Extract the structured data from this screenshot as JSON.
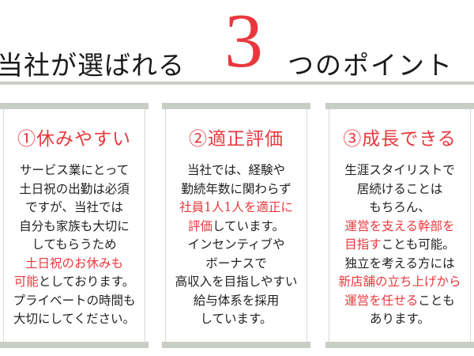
{
  "headline": {
    "prefix": "当社が選ばれる",
    "number": "3",
    "suffix": "つのポイント",
    "accent_color": "#e8383d"
  },
  "cards": [
    {
      "title": "①休みやすい",
      "lines": [
        [
          {
            "t": "サービス業にとって",
            "hl": false
          }
        ],
        [
          {
            "t": "土日祝の出勤は必須",
            "hl": false
          }
        ],
        [
          {
            "t": "ですが、当社では",
            "hl": false
          }
        ],
        [
          {
            "t": "自分も家族も大切に",
            "hl": false
          }
        ],
        [
          {
            "t": "してもらうため",
            "hl": false
          }
        ],
        [
          {
            "t": "土日祝のお休みも",
            "hl": true
          }
        ],
        [
          {
            "t": "可能",
            "hl": true
          },
          {
            "t": "としております。",
            "hl": false
          }
        ],
        [
          {
            "t": "プライベートの時間も",
            "hl": false
          }
        ],
        [
          {
            "t": "大切にしてください。",
            "hl": false
          }
        ]
      ]
    },
    {
      "title": "②適正評価",
      "lines": [
        [
          {
            "t": "当社では、経験や",
            "hl": false
          }
        ],
        [
          {
            "t": "勤続年数に関わらず",
            "hl": false
          }
        ],
        [
          {
            "t": "社員1人1人を適正に",
            "hl": true
          }
        ],
        [
          {
            "t": "評価",
            "hl": true
          },
          {
            "t": "しています。",
            "hl": false
          }
        ],
        [
          {
            "t": "インセンティブや",
            "hl": false
          }
        ],
        [
          {
            "t": "ボーナスで",
            "hl": false
          }
        ],
        [
          {
            "t": "高収入を目指しやすい",
            "hl": false
          }
        ],
        [
          {
            "t": "給与体系を採用",
            "hl": false
          }
        ],
        [
          {
            "t": "しています。",
            "hl": false
          }
        ]
      ]
    },
    {
      "title": "③成長できる",
      "lines": [
        [
          {
            "t": "生涯スタイリストで",
            "hl": false
          }
        ],
        [
          {
            "t": "居続けることは",
            "hl": false
          }
        ],
        [
          {
            "t": "もちろん、",
            "hl": false
          }
        ],
        [
          {
            "t": "運営を支える幹部を",
            "hl": true
          }
        ],
        [
          {
            "t": "目指す",
            "hl": true
          },
          {
            "t": "ことも可能。",
            "hl": false
          }
        ],
        [
          {
            "t": "独立を考える方には",
            "hl": false
          }
        ],
        [
          {
            "t": "新店舗の立ち上げから",
            "hl": true
          }
        ],
        [
          {
            "t": "運営を任せる",
            "hl": true
          },
          {
            "t": "ことも",
            "hl": false
          }
        ],
        [
          {
            "t": "あります。",
            "hl": false
          }
        ]
      ]
    }
  ]
}
